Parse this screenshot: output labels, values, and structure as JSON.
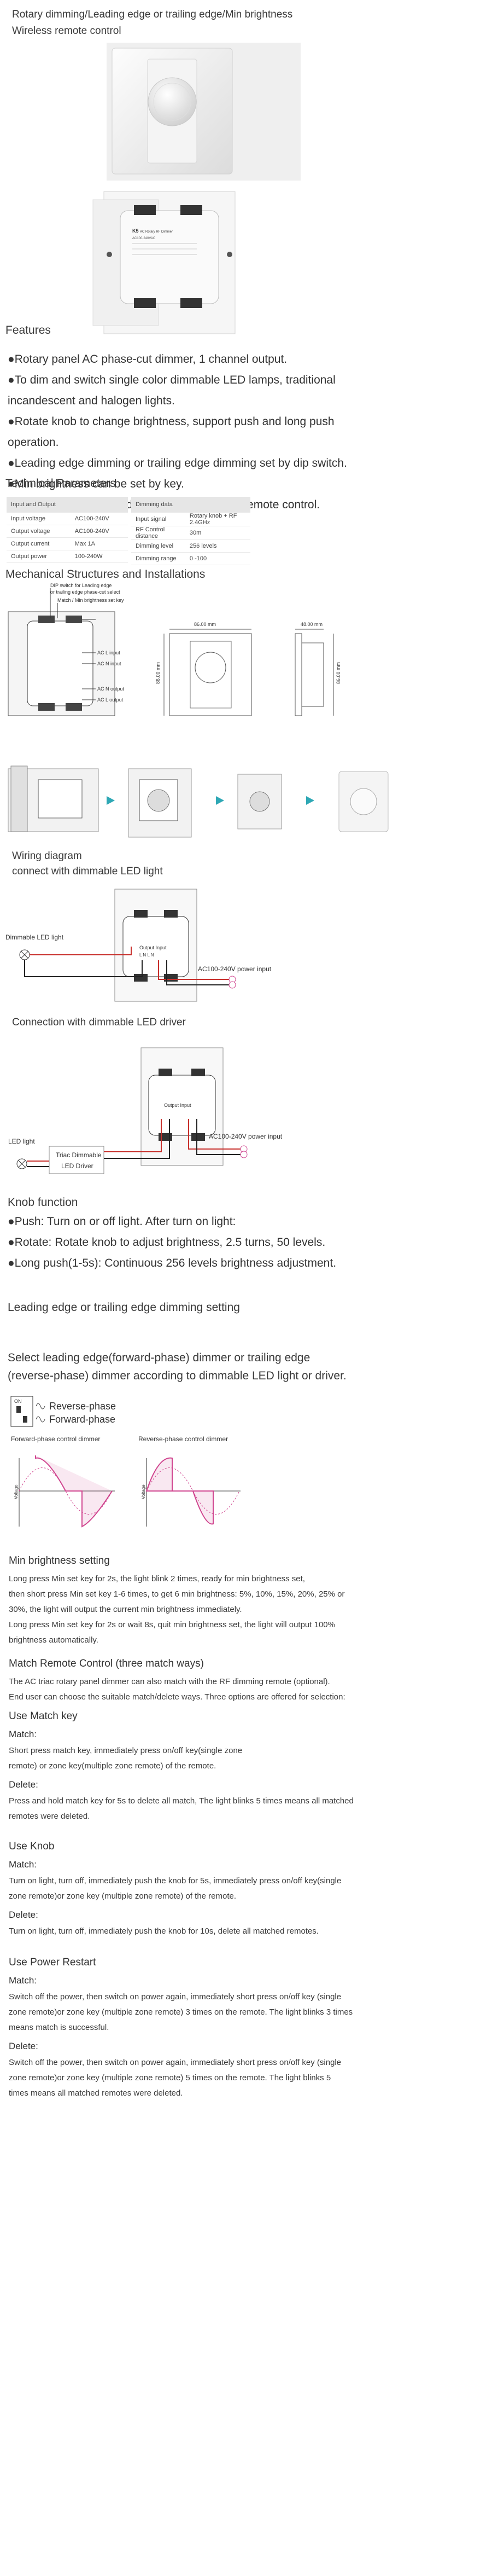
{
  "header": {
    "line1": "Rotary dimming/Leading edge or trailing edge/Min brightness",
    "line2": "Wireless remote control"
  },
  "product_back_label": {
    "model": "K5",
    "title": "AC Rotary RF Dimmer",
    "sub": "AC100-240VAC"
  },
  "features": {
    "heading": "Features",
    "items": [
      "●Rotary panel AC phase-cut dimmer, 1 channel output.",
      "●To dim and switch single color dimmable LED lamps, traditional",
      "incandescent and halogen lights.",
      "●Rotate knob to change brightness, support push and long push",
      "operation.",
      "●Leading edge dimming or trailing edge dimming set by dip switch.",
      "●Min brightness can be set by key.",
      "●Compatibility with Skydance's 2.4G dimming remote control."
    ]
  },
  "tech": {
    "heading": "Technical Parameters",
    "left_header": "Input and Output",
    "right_header": "Dimming data",
    "left_rows": [
      [
        "Input voltage",
        "AC100-240V"
      ],
      [
        "Output voltage",
        "AC100-240V"
      ],
      [
        "Output current",
        "Max 1A"
      ],
      [
        "Output power",
        "100-240W"
      ]
    ],
    "right_rows": [
      [
        "Input signal",
        "Rotary knob + RF 2.4GHz"
      ],
      [
        "RF Control distance",
        "30m"
      ],
      [
        "Dimming level",
        "256 levels"
      ],
      [
        "Dimming range",
        "0 -100"
      ]
    ]
  },
  "mech": {
    "heading": "Mechanical Structures and Installations",
    "dip_label1": "DIP switch for Leading edge",
    "dip_label2": "or trailing edge phase-cut select",
    "match_label": "Match / Min brightness set key",
    "ac_l_input": "AC L input",
    "ac_n_input": "AC N input",
    "ac_n_output": "AC N output",
    "ac_l_output": "AC L output",
    "dim_width": "86.00 mm",
    "dim_height": "86.00 mm",
    "dim_depth": "48.00 mm",
    "dim_side_h": "86.00 mm"
  },
  "wiring": {
    "heading1": "Wiring diagram",
    "heading2": "connect with dimmable LED light",
    "led_label": "Dimmable LED light",
    "power_label": "AC100-240V power input",
    "block_label": "Output Input",
    "pins": "L N   L N"
  },
  "driver": {
    "heading": "Connection with dimmable LED driver",
    "led_label": "LED light",
    "box_line1": "Triac Dimmable",
    "box_line2": "LED Driver",
    "power_label": "AC100-240V power input",
    "block_label": "Output Input"
  },
  "knob": {
    "heading": "Knob function",
    "items": [
      "●Push: Turn on or off light. After turn on light:",
      "●Rotate: Rotate knob to adjust brightness, 2.5 turns, 50 levels.",
      "●Long push(1-5s): Continuous 256 levels brightness adjustment."
    ]
  },
  "edge": {
    "heading": "Leading edge or trailing edge dimming setting",
    "desc1": "Select leading edge(forward-phase) dimmer or trailing edge",
    "desc2": "(reverse-phase) dimmer according to dimmable LED light or driver.",
    "dip_on": "ON",
    "reverse": "Reverse-phase",
    "forward": "Forward-phase",
    "chart1_title": "Forward-phase control dimmer",
    "chart2_title": "Reverse-phase control dimmer",
    "ylabel": "Voltage"
  },
  "min_brightness": {
    "heading": "Min brightness setting",
    "lines": [
      "Long press Min set key for 2s, the light blink 2 times, ready for min brightness set,",
      "then short press Min set key 1-6 times, to get 6 min brightness: 5%, 10%, 15%, 20%, 25% or",
      "30%, the light will output the current min brightness immediately.",
      "Long press Min set key for 2s or wait 8s, quit min brightness set, the light will output 100%",
      "brightness automatically."
    ]
  },
  "remote": {
    "heading": "Match Remote Control (three match ways)",
    "lines": [
      "The AC triac rotary panel dimmer can also match with the RF dimming remote (optional).",
      "End user can choose the suitable match/delete ways. Three options are offered for selection:"
    ],
    "sections": [
      {
        "title": "Use Match key",
        "match_label": "Match:",
        "match": [
          "Short press match key, immediately press on/off key(single zone",
          "remote) or zone key(multiple zone remote) of the remote."
        ],
        "delete_label": "Delete:",
        "delete": [
          "Press and hold match key for 5s to delete all match, The light blinks 5 times means all matched",
          "remotes were deleted."
        ]
      },
      {
        "title": "Use Knob",
        "match_label": "Match:",
        "match": [
          "Turn on light, turn off, immediately push the knob for 5s, immediately press on/off key(single",
          "zone remote)or zone key (multiple zone remote) of the remote."
        ],
        "delete_label": "Delete:",
        "delete": [
          "Turn on light, turn off, immediately push the knob for 10s, delete all matched remotes."
        ]
      },
      {
        "title": "Use Power Restart",
        "match_label": "Match:",
        "match": [
          "Switch off the power, then switch on power again, immediately short press on/off key (single",
          "zone remote)or zone key (multiple zone remote) 3 times on the remote. The light blinks 3 times",
          "means match is successful."
        ],
        "delete_label": "Delete:",
        "delete": [
          "Switch off the power, then switch on power again, immediately short press on/off key (single",
          "zone remote)or zone key (multiple zone remote) 5 times on the remote. The light blinks 5",
          "times means all matched remotes were deleted."
        ]
      }
    ]
  },
  "colors": {
    "accent_pink": "#d0458f",
    "red_wire": "#c8302c",
    "grey_bg": "#efefef"
  }
}
